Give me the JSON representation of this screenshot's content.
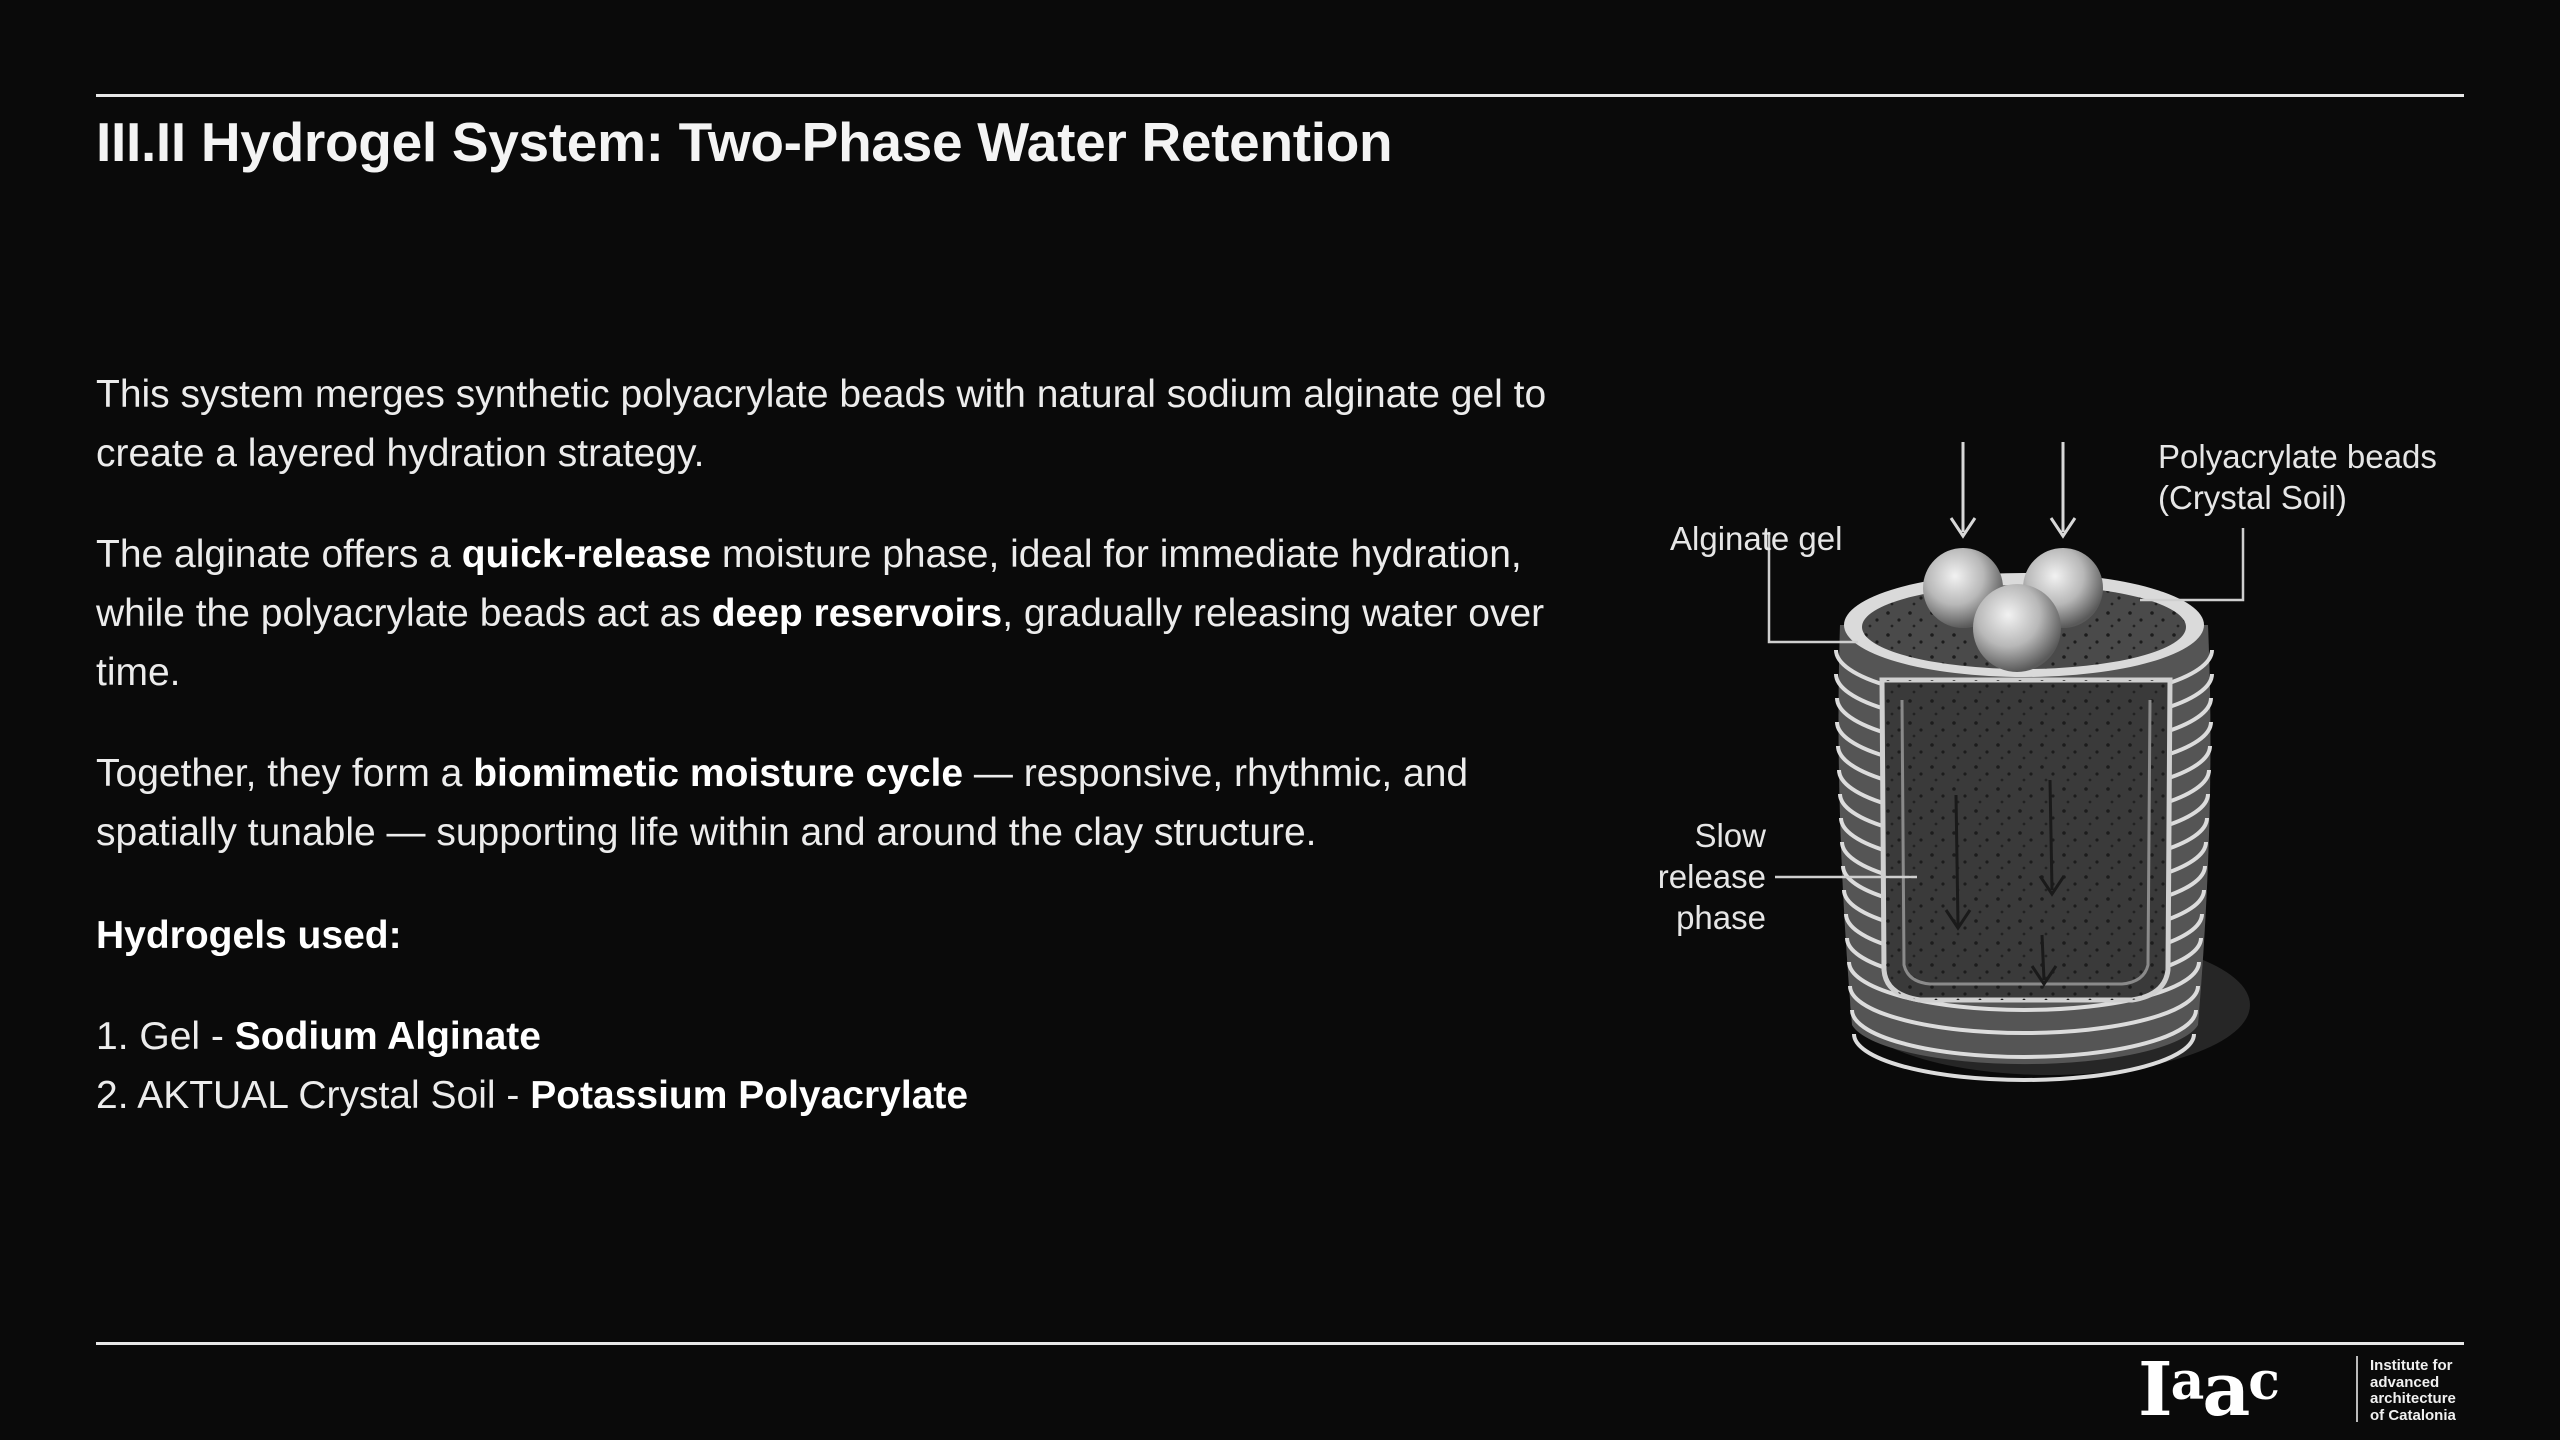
{
  "slide": {
    "title": "III.II Hydrogel System: Two-Phase Water Retention",
    "paragraph1": "This system merges synthetic polyacrylate beads with natural sodium alginate gel to create a layered hydration strategy.",
    "paragraph2": {
      "part1": "The alginate offers a ",
      "bold1": "quick-release",
      "part2": " moisture phase, ideal for immediate hydration, while the polyacrylate beads act as ",
      "bold2": "deep reservoirs",
      "part3": ", gradually releasing water over time."
    },
    "paragraph3": {
      "part1": "Together, they form a ",
      "bold1": "biomimetic moisture cycle",
      "part2": " — responsive, rhythmic, and spatially tunable — supporting life within and around the clay structure."
    },
    "hydrogels_heading": "Hydrogels used:",
    "hydrogels": [
      {
        "prefix": "1. Gel - ",
        "name": "Sodium Alginate"
      },
      {
        "prefix": "2. AKTUAL Crystal Soil - ",
        "name": "Potassium Polyacrylate"
      }
    ]
  },
  "diagram": {
    "label_alginate": "Alginate gel",
    "label_beads_line1": "Polyacrylate beads",
    "label_beads_line2": "(Crystal Soil)",
    "label_slow_line1": "Slow",
    "label_slow_line2": "release",
    "label_slow_line3": "phase"
  },
  "logo": {
    "mark_i": "I",
    "mark_a1": "a",
    "mark_a2": "a",
    "mark_c": "c",
    "text_line1": "Institute for",
    "text_line2": "advanced",
    "text_line3": "architecture",
    "text_line4": "of Catalonia"
  },
  "colors": {
    "background": "#0a0a0a",
    "text": "#ececec",
    "rule": "#e8e8e8"
  }
}
